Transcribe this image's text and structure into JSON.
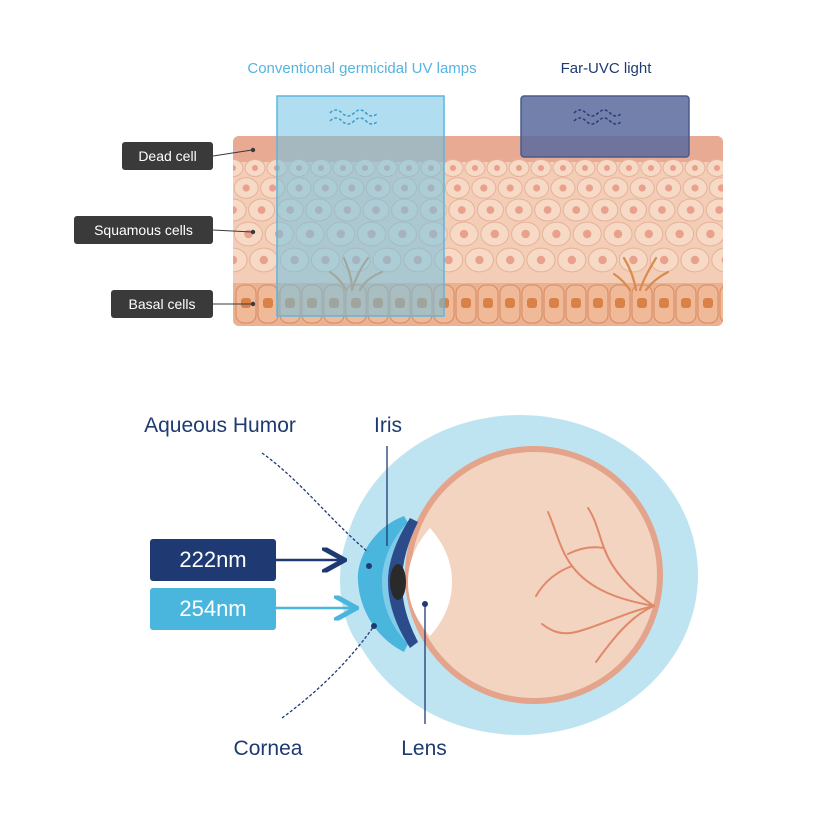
{
  "skin": {
    "lamps": {
      "conventional": "Conventional germicidal UV lamps",
      "far_uvc": "Far-UVC light"
    },
    "layers": {
      "dead": "Dead cell",
      "squamous": "Squamous cells",
      "basal": "Basal cells"
    }
  },
  "eye": {
    "labels": {
      "aqueous": "Aqueous Humor",
      "iris": "Iris",
      "cornea": "Cornea",
      "lens": "Lens"
    },
    "wavelengths": {
      "w222": "222nm",
      "w254": "254nm"
    }
  },
  "colors": {
    "conventional_uv": "#6fc3e3",
    "far_uvc": "#5b6a9c",
    "navy": "#1f3a72",
    "cyan_badge": "#4ab6de",
    "label_box": "#3a3a3a",
    "skin_fill": "#f3cdb6",
    "cell_nucleus": "#e9a08c",
    "basal_cell": "#e79e78",
    "eye_outline": "#e4a48b",
    "eye_glow": "#bfe4f1"
  }
}
